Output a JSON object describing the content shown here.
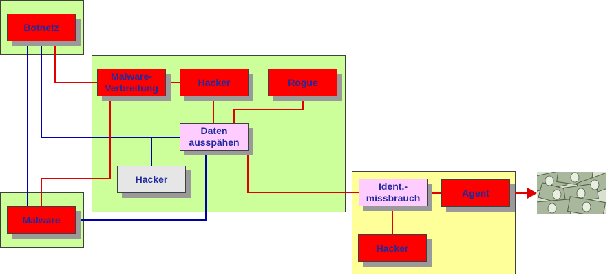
{
  "nodes": {
    "botnetz": "Botnetz",
    "malware_verbreitung": "Malware-\nVerbreitung",
    "hacker_top": "Hacker",
    "rogue": "Rogue",
    "daten_ausspaehen": "Daten\nausspähen",
    "hacker_grey": "Hacker",
    "malware": "Malware",
    "ident_missbrauch": "Ident.-\nmissbrauch",
    "agent": "Agent",
    "hacker_bottom": "Hacker"
  },
  "colors": {
    "red_node": "#ff0000",
    "pink_node": "#ffccff",
    "grey_node": "#e6e6e6",
    "green_region": "#ccff99",
    "yellow_region": "#ffff99",
    "red_line": "#e00000",
    "blue_line": "#0000aa",
    "text": "#1f2a9c"
  },
  "icons": {
    "money": "money-banknotes-image"
  }
}
